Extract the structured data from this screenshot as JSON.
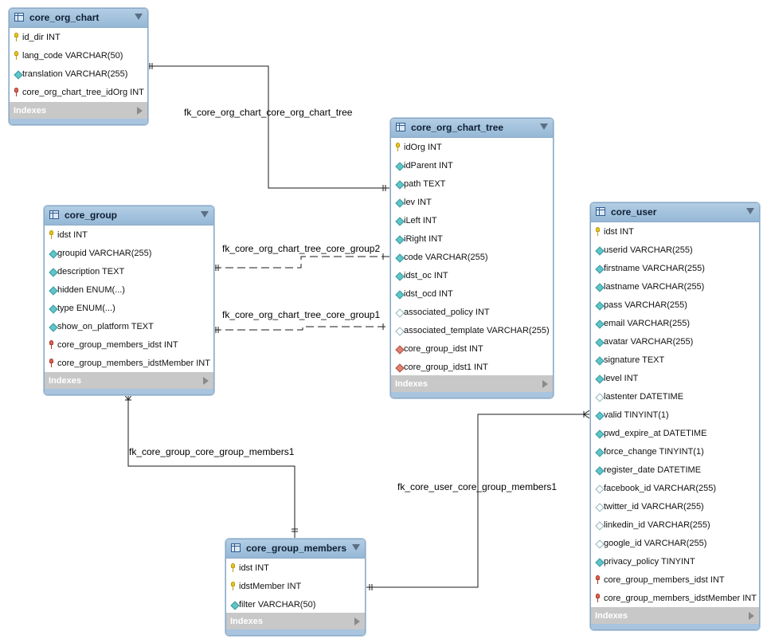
{
  "tables": {
    "core_org_chart": {
      "name": "core_org_chart",
      "columns": [
        {
          "text": "id_dir INT",
          "icon": "primary-key-icon"
        },
        {
          "text": "lang_code VARCHAR(50)",
          "icon": "primary-key-icon"
        },
        {
          "text": "translation VARCHAR(255)",
          "icon": "column-icon"
        },
        {
          "text": "core_org_chart_tree_idOrg INT",
          "icon": "foreign-key-icon"
        }
      ],
      "indexes_label": "Indexes"
    },
    "core_org_chart_tree": {
      "name": "core_org_chart_tree",
      "columns": [
        {
          "text": "idOrg INT",
          "icon": "primary-key-icon"
        },
        {
          "text": "idParent INT",
          "icon": "column-icon"
        },
        {
          "text": "path TEXT",
          "icon": "column-icon"
        },
        {
          "text": "lev INT",
          "icon": "column-icon"
        },
        {
          "text": "iLeft INT",
          "icon": "column-icon"
        },
        {
          "text": "iRight INT",
          "icon": "column-icon"
        },
        {
          "text": "code VARCHAR(255)",
          "icon": "column-icon"
        },
        {
          "text": "idst_oc INT",
          "icon": "column-icon"
        },
        {
          "text": "idst_ocd INT",
          "icon": "column-icon"
        },
        {
          "text": "associated_policy INT",
          "icon": "nullable-column-icon"
        },
        {
          "text": "associated_template VARCHAR(255)",
          "icon": "nullable-column-icon"
        },
        {
          "text": "core_group_idst INT",
          "icon": "foreign-column-icon"
        },
        {
          "text": "core_group_idst1 INT",
          "icon": "foreign-column-icon"
        }
      ],
      "indexes_label": "Indexes"
    },
    "core_group": {
      "name": "core_group",
      "columns": [
        {
          "text": "idst INT",
          "icon": "primary-key-icon"
        },
        {
          "text": "groupid VARCHAR(255)",
          "icon": "column-icon"
        },
        {
          "text": "description TEXT",
          "icon": "column-icon"
        },
        {
          "text": "hidden ENUM(...)",
          "icon": "column-icon"
        },
        {
          "text": "type ENUM(...)",
          "icon": "column-icon"
        },
        {
          "text": "show_on_platform TEXT",
          "icon": "column-icon"
        },
        {
          "text": "core_group_members_idst INT",
          "icon": "foreign-key-icon"
        },
        {
          "text": "core_group_members_idstMember INT",
          "icon": "foreign-key-icon"
        }
      ],
      "indexes_label": "Indexes"
    },
    "core_user": {
      "name": "core_user",
      "columns": [
        {
          "text": "idst INT",
          "icon": "primary-key-icon"
        },
        {
          "text": "userid VARCHAR(255)",
          "icon": "column-icon"
        },
        {
          "text": "firstname VARCHAR(255)",
          "icon": "column-icon"
        },
        {
          "text": "lastname VARCHAR(255)",
          "icon": "column-icon"
        },
        {
          "text": "pass VARCHAR(255)",
          "icon": "column-icon"
        },
        {
          "text": "email VARCHAR(255)",
          "icon": "column-icon"
        },
        {
          "text": "avatar VARCHAR(255)",
          "icon": "column-icon"
        },
        {
          "text": "signature TEXT",
          "icon": "column-icon"
        },
        {
          "text": "level INT",
          "icon": "column-icon"
        },
        {
          "text": "lastenter DATETIME",
          "icon": "nullable-column-icon"
        },
        {
          "text": "valid TINYINT(1)",
          "icon": "column-icon"
        },
        {
          "text": "pwd_expire_at DATETIME",
          "icon": "column-icon"
        },
        {
          "text": "force_change TINYINT(1)",
          "icon": "column-icon"
        },
        {
          "text": "register_date DATETIME",
          "icon": "column-icon"
        },
        {
          "text": "facebook_id VARCHAR(255)",
          "icon": "nullable-column-icon"
        },
        {
          "text": "twitter_id VARCHAR(255)",
          "icon": "nullable-column-icon"
        },
        {
          "text": "linkedin_id VARCHAR(255)",
          "icon": "nullable-column-icon"
        },
        {
          "text": "google_id VARCHAR(255)",
          "icon": "nullable-column-icon"
        },
        {
          "text": "privacy_policy TINYINT",
          "icon": "column-icon"
        },
        {
          "text": "core_group_members_idst INT",
          "icon": "foreign-key-icon"
        },
        {
          "text": "core_group_members_idstMember INT",
          "icon": "foreign-key-icon"
        }
      ],
      "indexes_label": "Indexes"
    },
    "core_group_members": {
      "name": "core_group_members",
      "columns": [
        {
          "text": "idst INT",
          "icon": "primary-key-icon"
        },
        {
          "text": "idstMember INT",
          "icon": "primary-key-icon"
        },
        {
          "text": "filter VARCHAR(50)",
          "icon": "column-icon"
        }
      ],
      "indexes_label": "Indexes"
    }
  },
  "relationships": [
    {
      "label": "fk_core_org_chart_core_org_chart_tree",
      "from": "core_org_chart",
      "to": "core_org_chart_tree",
      "style": "solid"
    },
    {
      "label": "fk_core_org_chart_tree_core_group2",
      "from": "core_group",
      "to": "core_org_chart_tree",
      "style": "dashed"
    },
    {
      "label": "fk_core_org_chart_tree_core_group1",
      "from": "core_group",
      "to": "core_org_chart_tree",
      "style": "dashed"
    },
    {
      "label": "fk_core_group_core_group_members1",
      "from": "core_group_members",
      "to": "core_group",
      "style": "solid"
    },
    {
      "label": "fk_core_user_core_group_members1",
      "from": "core_group_members",
      "to": "core_user",
      "style": "solid"
    }
  ]
}
